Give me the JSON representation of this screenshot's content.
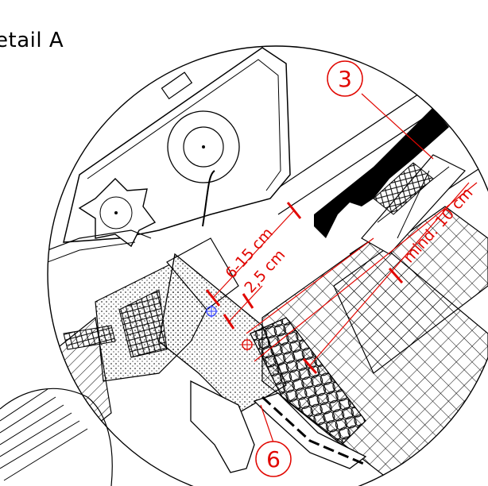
{
  "title": "etail A",
  "callouts": [
    {
      "id": "3",
      "label": "3"
    },
    {
      "id": "6",
      "label": "6"
    }
  ],
  "dimensions": {
    "d1": "6-15 cm",
    "d2": "2,5 cm",
    "d3": "mind. 10 cm"
  },
  "colors": {
    "annotation": "#e10600",
    "line": "#000000",
    "marker": "#2f3dff"
  }
}
